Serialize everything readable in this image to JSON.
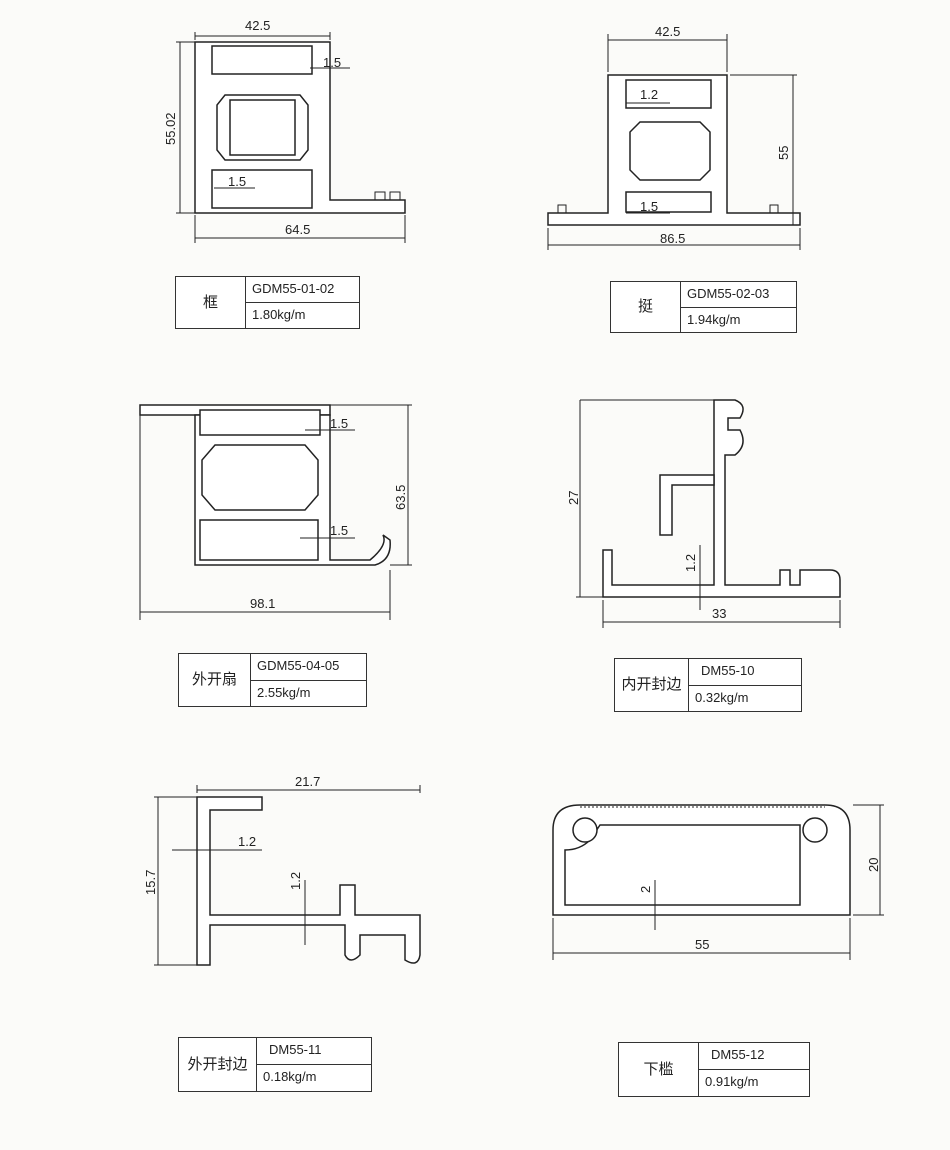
{
  "profiles": [
    {
      "name": "框",
      "code": "GDM55-01-02",
      "weight": "1.80kg/m",
      "dims": [
        "42.5",
        "1.5",
        "55.02",
        "1.5",
        "64.5"
      ]
    },
    {
      "name": "挺",
      "code": "GDM55-02-03",
      "weight": "1.94kg/m",
      "dims": [
        "42.5",
        "1.2",
        "55",
        "1.5",
        "86.5"
      ]
    },
    {
      "name": "外开扇",
      "code": "GDM55-04-05",
      "weight": "2.55kg/m",
      "dims": [
        "1.5",
        "63.5",
        "1.5",
        "98.1"
      ]
    },
    {
      "name_line1": "内开",
      "name_line2": "封边",
      "code": "DM55-10",
      "weight": "0.32kg/m",
      "dims": [
        "27",
        "1.2",
        "33"
      ]
    },
    {
      "name_line1": "外开",
      "name_line2": "封边",
      "code": "DM55-11",
      "weight": "0.18kg/m",
      "dims": [
        "21.7",
        "1.2",
        "15.7",
        "1.2"
      ]
    },
    {
      "name": "下槛",
      "code": "DM55-12",
      "weight": "0.91kg/m",
      "dims": [
        "20",
        "2",
        "55"
      ]
    }
  ]
}
